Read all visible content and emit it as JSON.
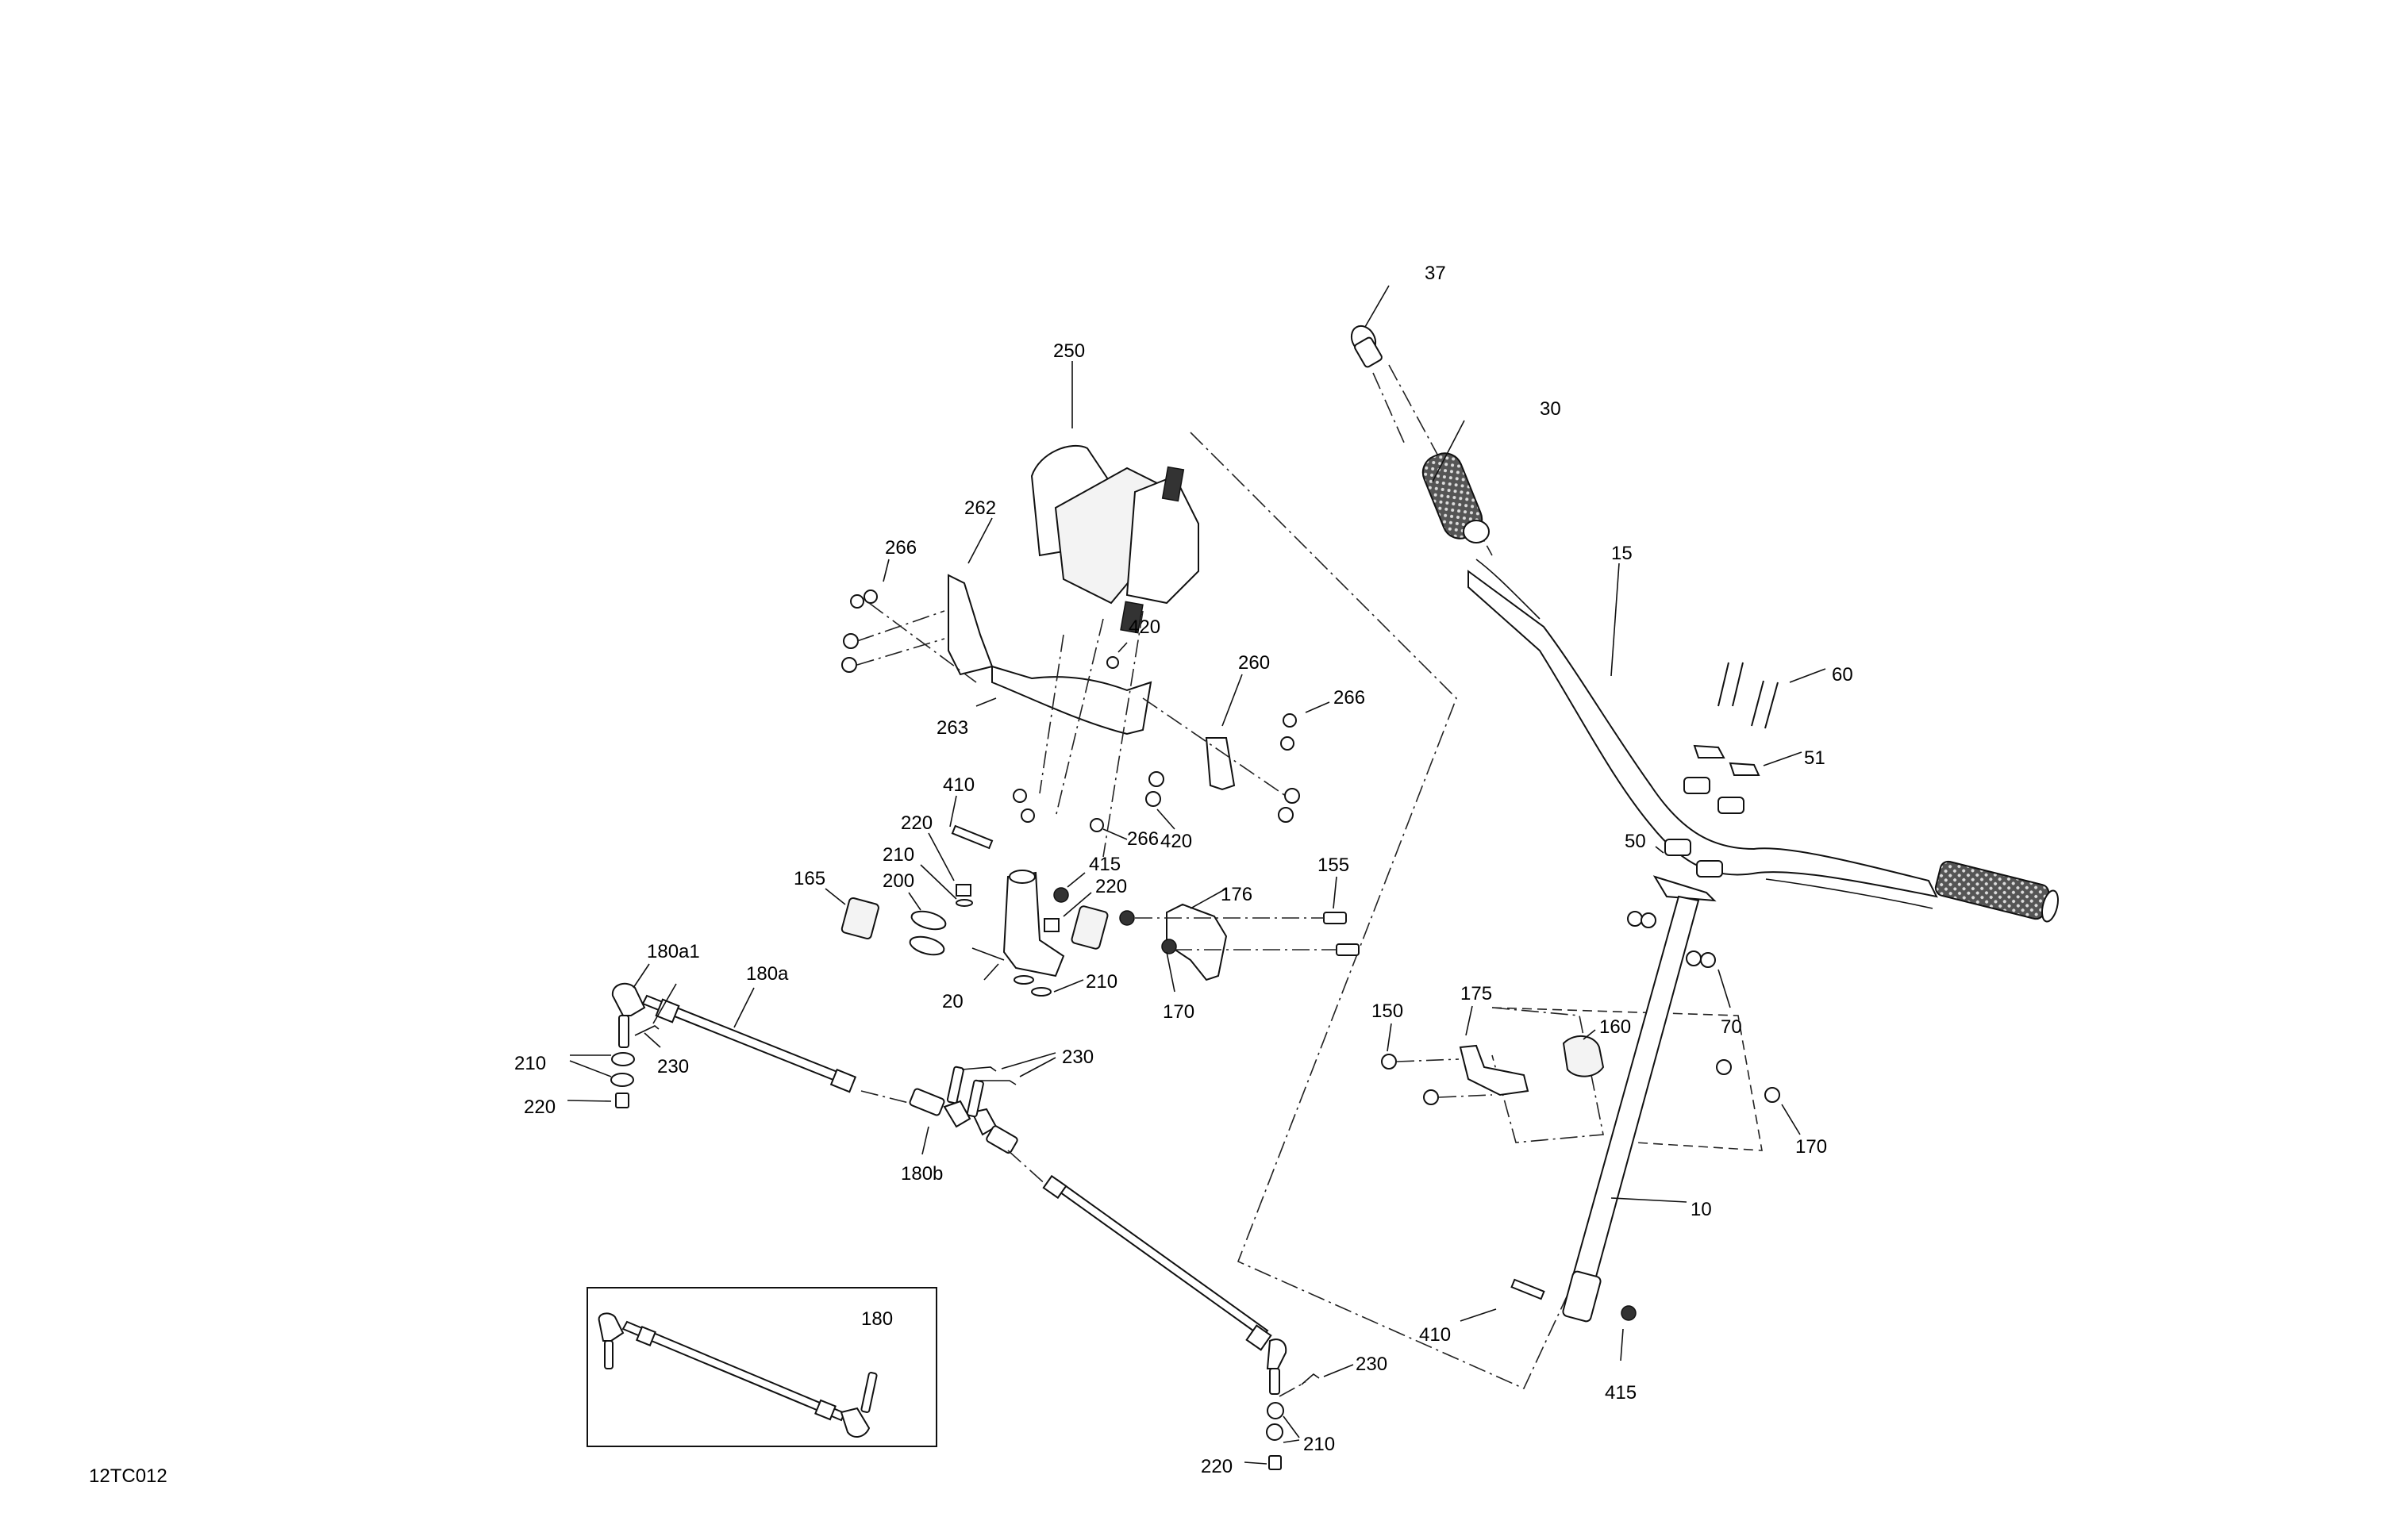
{
  "diagram": {
    "figure_code": "12TC012",
    "inset_label": "180",
    "callouts": {
      "c37": "37",
      "c30": "30",
      "c15": "15",
      "c250": "250",
      "c262": "262",
      "c266a": "266",
      "c420a": "420",
      "c263": "263",
      "c260": "260",
      "c266b": "266",
      "c60": "60",
      "c51": "51",
      "c410a": "410",
      "c220a": "220",
      "c210a": "210",
      "c200": "200",
      "c165": "165",
      "c415a": "415",
      "c220b": "220",
      "c266c": "266",
      "c420b": "420",
      "c176": "176",
      "c155": "155",
      "c210b": "210",
      "c20": "20",
      "c170a": "170",
      "c50": "50",
      "c180a1": "180a1",
      "c180a": "180a",
      "c210c": "210",
      "c230a": "230",
      "c220c": "220",
      "c230b": "230",
      "c180b": "180b",
      "c150": "150",
      "c175": "175",
      "c160": "160",
      "c70": "70",
      "c170b": "170",
      "c10": "10",
      "c410b": "410",
      "c415b": "415",
      "c230c": "230",
      "c210d": "210",
      "c220d": "220"
    }
  }
}
